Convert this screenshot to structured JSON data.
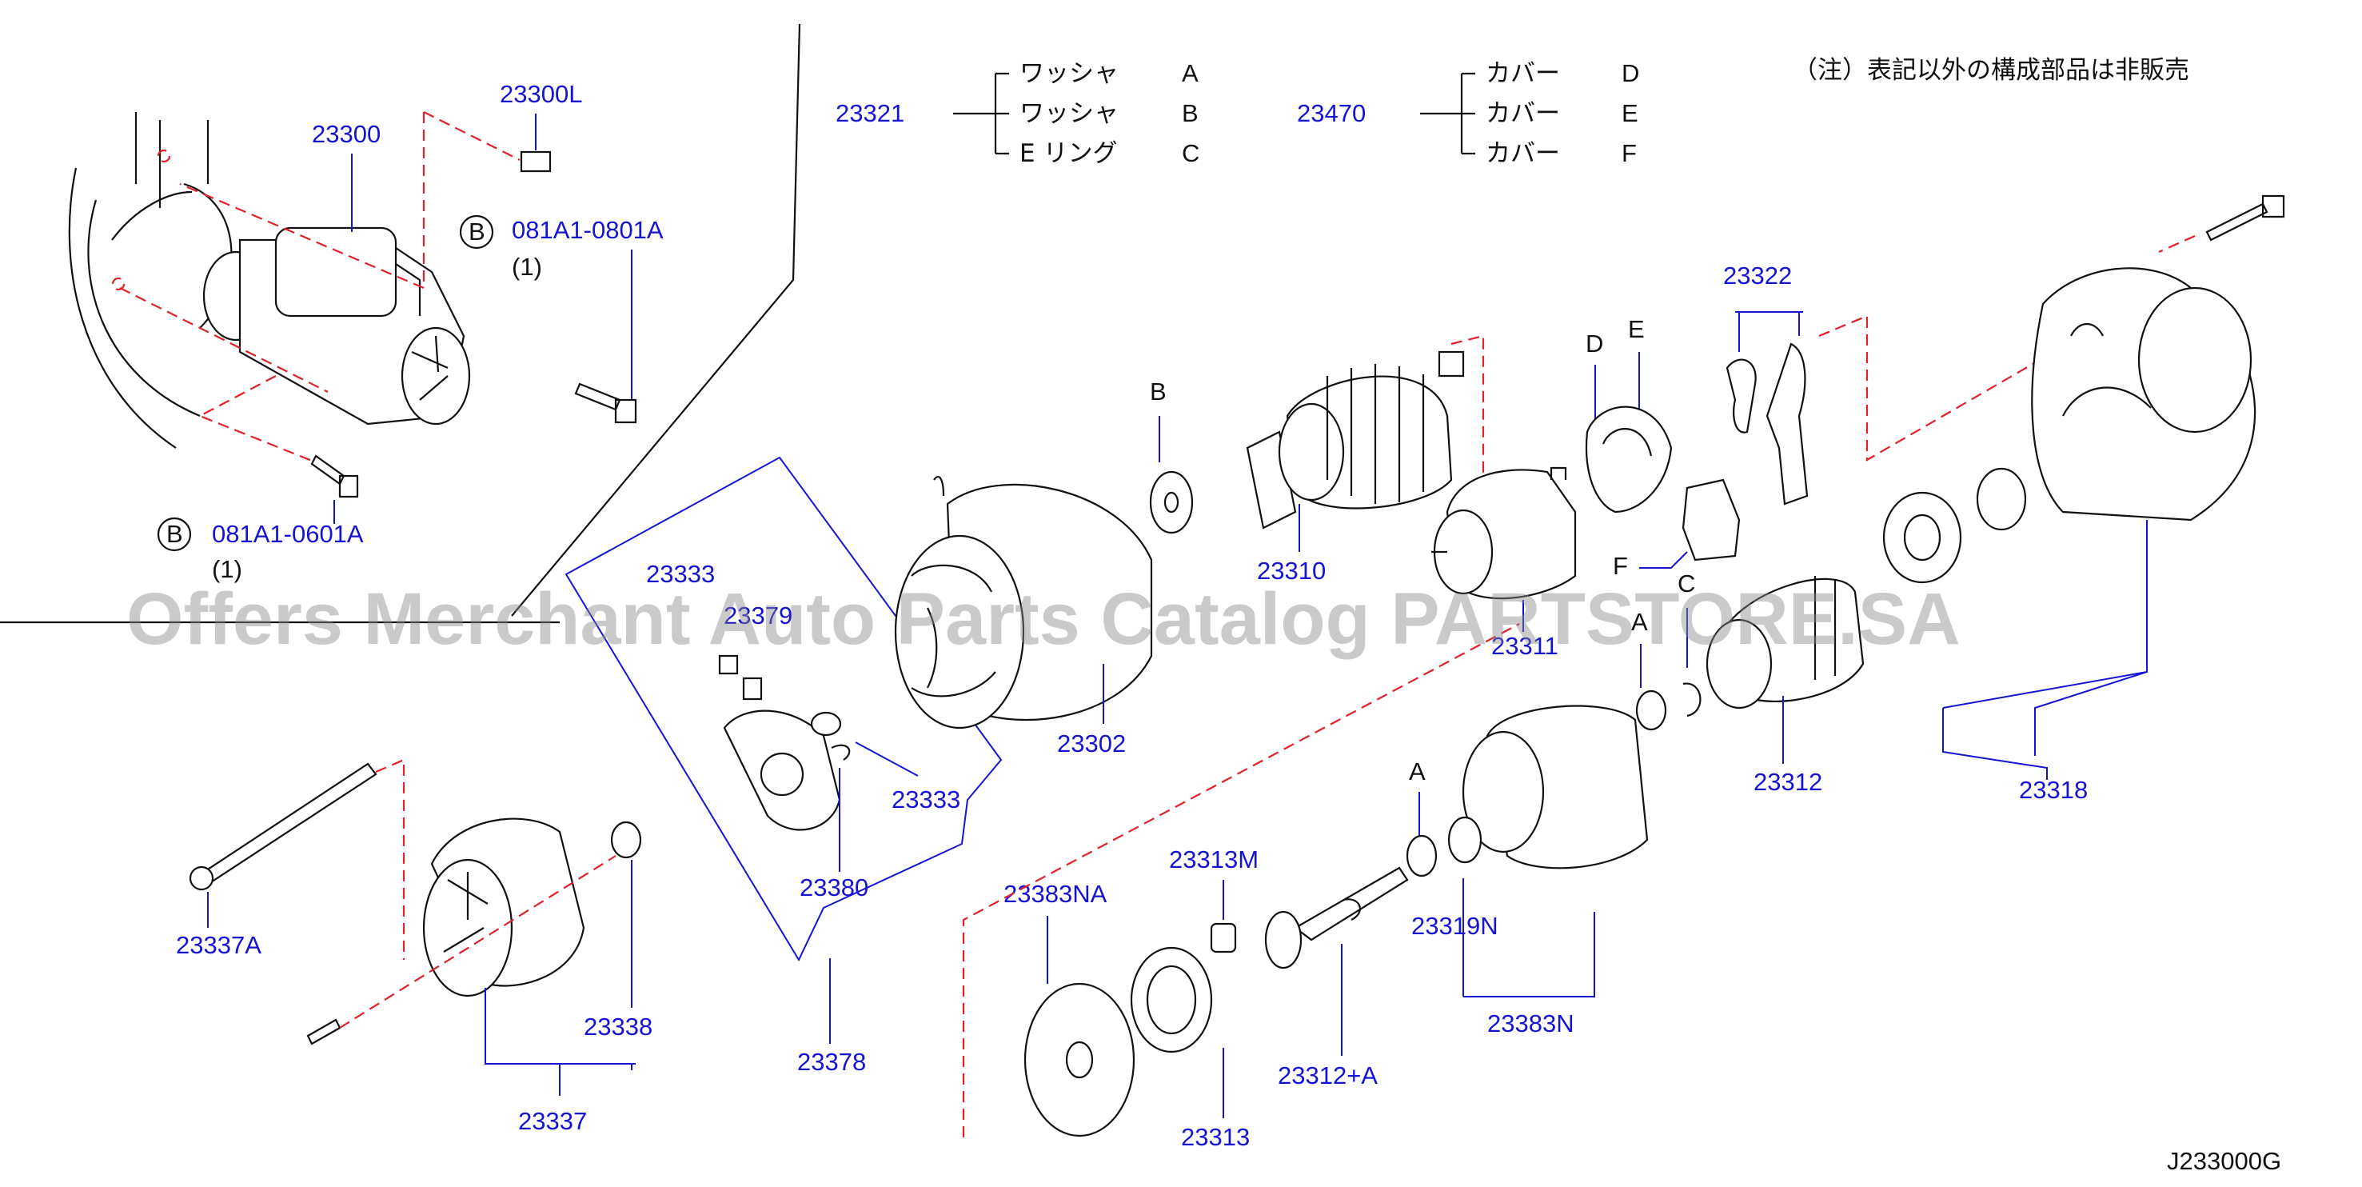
{
  "watermark": "Offers Merchant Auto Parts Catalog PARTSTORE.SA",
  "note": "（注）表記以外の構成部品は非販売",
  "diagram_code": "J233000G",
  "group_23321": {
    "ref": "23321",
    "items": [
      {
        "name": "ワッシャ",
        "letter": "A"
      },
      {
        "name": "ワッシャ",
        "letter": "B"
      },
      {
        "name": "E リング",
        "letter": "C"
      }
    ]
  },
  "group_23470": {
    "ref": "23470",
    "items": [
      {
        "name": "カバー",
        "letter": "D"
      },
      {
        "name": "カバー",
        "letter": "E"
      },
      {
        "name": "カバー",
        "letter": "F"
      }
    ]
  },
  "bolts": [
    {
      "badge": "B",
      "part": "081A1-0801A",
      "qty": "(1)"
    },
    {
      "badge": "B",
      "part": "081A1-0601A",
      "qty": "(1)"
    }
  ],
  "part_labels": {
    "p23300": "23300",
    "p23300L": "23300L",
    "p23310": "23310",
    "p23302": "23302",
    "p23311": "23311",
    "p23312": "23312",
    "p23318": "23318",
    "p23322": "23322",
    "p23333a": "23333",
    "p23379": "23379",
    "p23333b": "23333",
    "p23380": "23380",
    "p23378": "23378",
    "p23337A": "23337A",
    "p23338": "23338",
    "p23337": "23337",
    "p23383NA": "23383NA",
    "p23313M": "23313M",
    "p23313": "23313",
    "p23312A": "23312+A",
    "p23319N": "23319N",
    "p23383N": "23383N"
  },
  "letter_labels": {
    "B": "B",
    "D": "D",
    "E": "E",
    "F": "F",
    "A1": "A",
    "C": "C",
    "A2": "A"
  }
}
